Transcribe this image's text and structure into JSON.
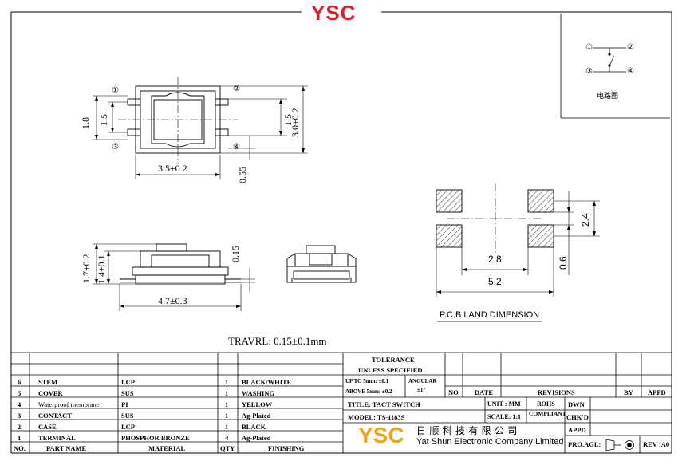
{
  "header": {
    "brand": "YSC",
    "brand_color": "#d8202a"
  },
  "schematic": {
    "label": "电路图",
    "pins": [
      "①",
      "②",
      "③",
      "④"
    ]
  },
  "top_view": {
    "pins": [
      "①",
      "②",
      "③",
      "④"
    ],
    "dims": {
      "width": "3.5±0.2",
      "height": "3.0±0.2",
      "left_outer": "1.8",
      "left_inner": "1.5",
      "right_inner": "1.5",
      "pin_gap": "0.55"
    }
  },
  "side_view": {
    "dims": {
      "height_outer": "1.7±0.2",
      "height_inner": "1.4±0.1",
      "width": "4.7±0.3",
      "plate": "0.15"
    }
  },
  "pcb": {
    "title": "P.C.B LAND DIMENSION",
    "dims": {
      "pitch_x": "2.8",
      "total_x": "5.2",
      "pitch_y": "2.4",
      "pad": "0.6"
    }
  },
  "travel": "TRAVRL: 0.15±0.1mm",
  "bom": {
    "rows": [
      {
        "no": "6",
        "part": "STEM",
        "material": "LCP",
        "qty": "1",
        "finish": "BLACK/WHITE"
      },
      {
        "no": "5",
        "part": "COVER",
        "material": "SUS",
        "qty": "1",
        "finish": "WASHING"
      },
      {
        "no": "4",
        "part": "Waterproof membrane",
        "material": "PI",
        "qty": "1",
        "finish": "YELLOW"
      },
      {
        "no": "3",
        "part": "CONTACT",
        "material": "SUS",
        "qty": "1",
        "finish": "Ag-Plated"
      },
      {
        "no": "2",
        "part": "CASE",
        "material": "LCP",
        "qty": "1",
        "finish": "BLACK"
      },
      {
        "no": "1",
        "part": "TERMINAL",
        "material": "PHOSPHOR BRONZE",
        "qty": "4",
        "finish": "Ag-Plated"
      }
    ],
    "headers": {
      "no": "NO.",
      "part": "PART   NAME",
      "material": "MATERIAL",
      "qty": "QTY",
      "finish": "FINISHING"
    }
  },
  "tolerance": {
    "title": "TOLERANCE",
    "subtitle": "UNLESS   SPECIFIED",
    "up_to": "UP TO 5mm: ±0.1",
    "above": "ABOVE 5mm: ±0.2",
    "angular": "ANGULAR",
    "angular_val": "±1°"
  },
  "revisions": {
    "no": "NO",
    "date": "DATE",
    "revisions": "REVISIONS",
    "by": "BY",
    "appd": "APPD"
  },
  "title_block": {
    "title": "TITLE:  TACT  SWITCH",
    "model": "MODEL: TS-1183S",
    "unit": "UNIT :  MM",
    "scale": "SCALE:  1:1",
    "rohs": "ROHS",
    "compliant": "COMPLIANT",
    "dwn": "DWN",
    "chkd": "CHK'D",
    "appd": "APPD",
    "proagl": "PRO.AGL:",
    "rev": "REV  :A0"
  },
  "company": {
    "logo": "YSC",
    "name_cn": "日 顺 科 技 有 限 公 司",
    "name_en": "Yat Shun Electronic Company Limited",
    "logo_color": "#f0a11e"
  }
}
